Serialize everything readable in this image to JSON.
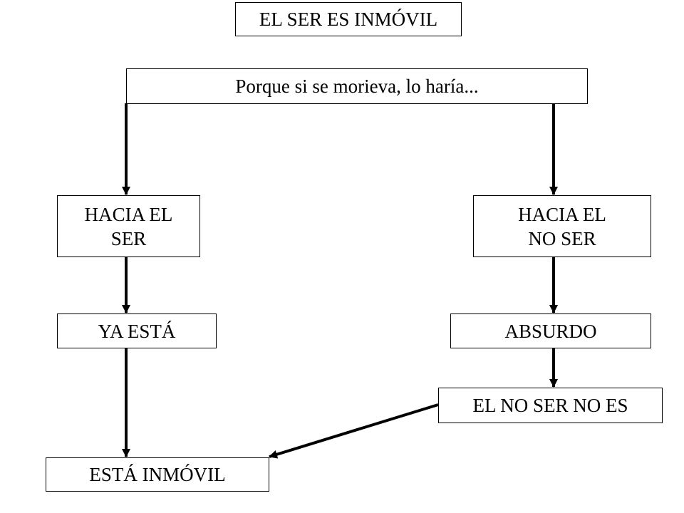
{
  "diagram": {
    "title": "EL SER ES INMÓVIL",
    "premise": "Porque si se morieva, lo haría...",
    "left_branch": {
      "line1": "HACIA EL",
      "line2": "SER",
      "consequence": "YA ESTÁ"
    },
    "right_branch": {
      "line1": "HACIA EL",
      "line2": "NO SER",
      "consequence": "ABSURDO",
      "conclusion": "EL NO SER NO ES"
    },
    "final": "ESTÁ INMÓVIL"
  },
  "colors": {
    "stroke": "#000000",
    "background": "#ffffff"
  }
}
